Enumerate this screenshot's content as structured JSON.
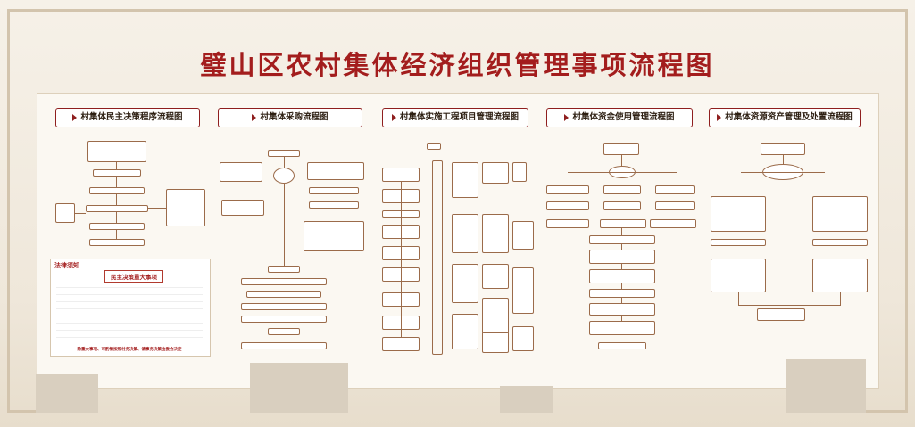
{
  "title": "璧山区农村集体经济组织管理事项流程图",
  "columns": [
    {
      "key": "decision",
      "title": "村集体民主决策程序流程图"
    },
    {
      "key": "purchase",
      "title": "村集体采购流程图"
    },
    {
      "key": "project",
      "title": "村集体实施工程项目管理流程图"
    },
    {
      "key": "funds",
      "title": "村集体资金使用管理流程图"
    },
    {
      "key": "assets",
      "title": "村集体资源资产管理及处置流程图"
    }
  ],
  "legal": {
    "tag": "法律须知",
    "heading": "民主决策重大事项",
    "footer": "除重大事项、可酌情按照村务决策、请事务决策由委会决定"
  },
  "colors": {
    "title": "#a31d1d",
    "accent": "#8f1f1f",
    "line": "#9b6b4a"
  }
}
